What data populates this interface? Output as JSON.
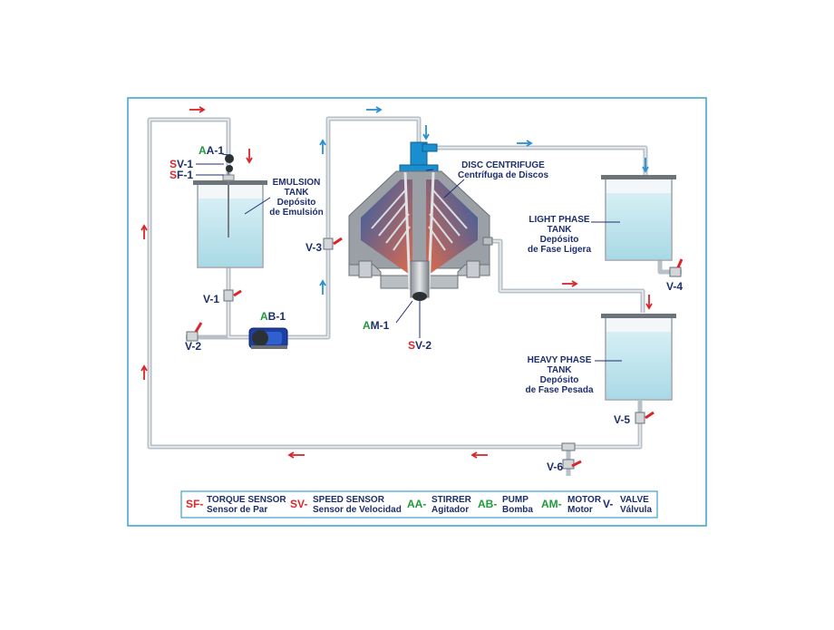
{
  "tags": {
    "aa1": {
      "letter": "A",
      "rest": "A-1"
    },
    "sv1": {
      "letter": "S",
      "rest": "V-1"
    },
    "sf1": {
      "letter": "S",
      "rest": "F-1"
    },
    "ab1": {
      "letter": "A",
      "rest": "B-1"
    },
    "am1": {
      "letter": "A",
      "rest": "M-1"
    },
    "sv2": {
      "letter": "S",
      "rest": "V-2"
    },
    "v1": "V-1",
    "v2": "V-2",
    "v3": "V-3",
    "v4": "V-4",
    "v5": "V-5",
    "v6": "V-6"
  },
  "labels": {
    "emulsion": [
      "EMULSION",
      "TANK",
      "Depósito",
      "de Emulsión"
    ],
    "centrifuge": [
      "DISC CENTRIFUGE",
      "Centrífuga de Discos"
    ],
    "light": [
      "LIGHT PHASE",
      "TANK",
      "Depósito",
      "de Fase Ligera"
    ],
    "heavy": [
      "HEAVY PHASE",
      "TANK",
      "Depósito",
      "de Fase Pesada"
    ]
  },
  "legend": [
    {
      "code_letter": "S",
      "code_rest": "F-",
      "en": "TORQUE SENSOR",
      "es": "Sensor de Par",
      "color": "#d9262b"
    },
    {
      "code_letter": "S",
      "code_rest": "V-",
      "en": "SPEED SENSOR",
      "es": "Sensor de Velocidad",
      "color": "#d9262b"
    },
    {
      "code_letter": "A",
      "code_rest": "A-",
      "en": "STIRRER",
      "es": "Agitador",
      "color": "#1e9a3a"
    },
    {
      "code_letter": "A",
      "code_rest": "B-",
      "en": "PUMP",
      "es": "Bomba",
      "color": "#1e9a3a"
    },
    {
      "code_letter": "A",
      "code_rest": "M-",
      "en": "MOTOR",
      "es": "Motor",
      "color": "#1e9a3a"
    },
    {
      "code_letter": "",
      "code_rest": "V-",
      "en": "VALVE",
      "es": "Válvula",
      "color": "#1d2f6b"
    }
  ],
  "colors": {
    "frame": "#3aa0cf",
    "pipe": "#b9c1c8",
    "arrow_red": "#d9262b",
    "arrow_blue": "#2a8fd0",
    "liquid": "#bfe4ee",
    "text": "#1d2f6b"
  }
}
